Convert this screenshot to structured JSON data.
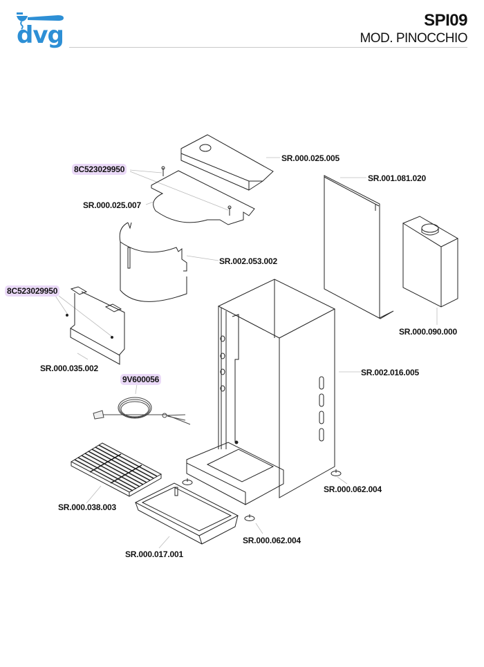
{
  "header": {
    "brand": "dvg",
    "brand_color": "#2d8fd5",
    "model_code": "SPI09",
    "model_name": "MOD. PINOCCHIO"
  },
  "highlight_color": "#ead9f7",
  "parts": [
    {
      "id": "screw_top",
      "code": "8C523029950",
      "highlighted": true
    },
    {
      "id": "lid",
      "code": "SR.000.025.005",
      "highlighted": false
    },
    {
      "id": "top_plate",
      "code": "SR.000.025.007",
      "highlighted": false
    },
    {
      "id": "back_panel",
      "code": "SR.001.081.020",
      "highlighted": false
    },
    {
      "id": "curved_shield",
      "code": "SR.002.053.002",
      "highlighted": false
    },
    {
      "id": "screw_bracket",
      "code": "8C523029950",
      "highlighted": true
    },
    {
      "id": "tank",
      "code": "SR.000.090.000",
      "highlighted": false
    },
    {
      "id": "bracket",
      "code": "SR.000.035.002",
      "highlighted": false
    },
    {
      "id": "body",
      "code": "SR.002.016.005",
      "highlighted": false
    },
    {
      "id": "power_cord",
      "code": "9V600056",
      "highlighted": true
    },
    {
      "id": "foot_right",
      "code": "SR.000.062.004",
      "highlighted": false
    },
    {
      "id": "grille",
      "code": "SR.000.038.003",
      "highlighted": false
    },
    {
      "id": "foot_front",
      "code": "SR.000.062.004",
      "highlighted": false
    },
    {
      "id": "drip_tray",
      "code": "SR.000.017.001",
      "highlighted": false
    }
  ]
}
